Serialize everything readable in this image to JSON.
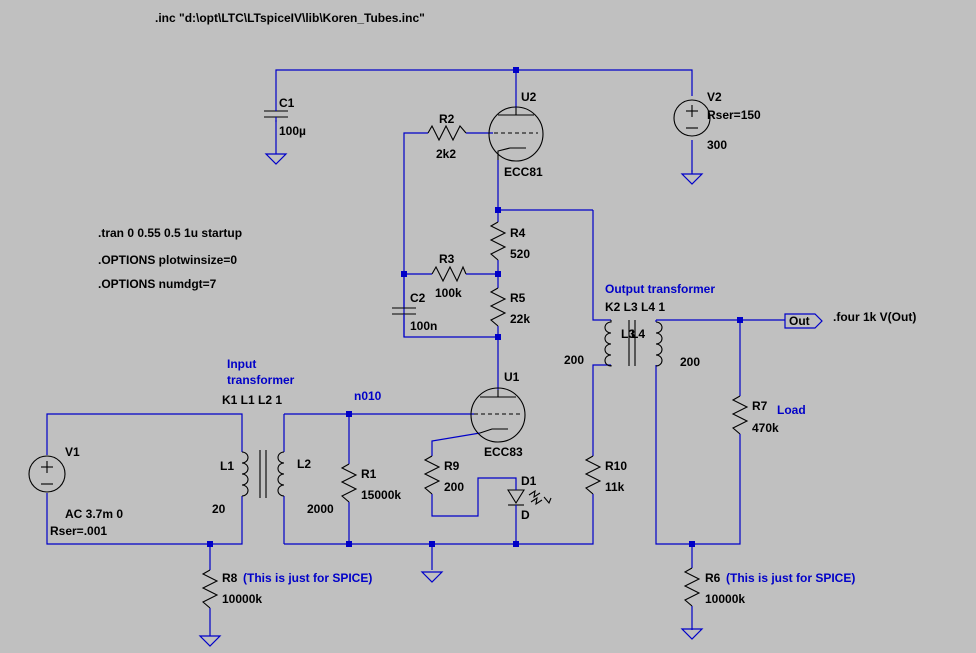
{
  "directives": {
    "include": ".inc \"d:\\opt\\LTC\\LTspiceIV\\lib\\Koren_Tubes.inc\"",
    "tran": ".tran 0 0.55 0.5 1u startup",
    "options1": ".OPTIONS plotwinsize=0",
    "options2": ".OPTIONS numdgt=7",
    "four": ".four 1k V(Out)"
  },
  "components": {
    "C1": {
      "name": "C1",
      "value": "100µ"
    },
    "C2": {
      "name": "C2",
      "value": "100n"
    },
    "R1": {
      "name": "R1",
      "value": "15000k"
    },
    "R2": {
      "name": "R2",
      "value": "2k2"
    },
    "R3": {
      "name": "R3",
      "value": "100k"
    },
    "R4": {
      "name": "R4",
      "value": "520"
    },
    "R5": {
      "name": "R5",
      "value": "22k"
    },
    "R6": {
      "name": "R6",
      "value": "10000k"
    },
    "R7": {
      "name": "R7",
      "value": "470k"
    },
    "R8": {
      "name": "R8",
      "value": "10000k"
    },
    "R9": {
      "name": "R9",
      "value": "200"
    },
    "R10": {
      "name": "R10",
      "value": "11k"
    },
    "U1": {
      "name": "U1",
      "value": "ECC83"
    },
    "U2": {
      "name": "U2",
      "value": "ECC81"
    },
    "V1": {
      "name": "V1",
      "value": "AC 3.7m 0",
      "rser": "Rser=.001"
    },
    "V2": {
      "name": "V2",
      "rser": "Rser=150",
      "value": "300"
    },
    "D1": {
      "name": "D1",
      "value": "D"
    },
    "L1": {
      "name": "L1",
      "value": "20"
    },
    "L2": {
      "name": "L2",
      "value": "2000"
    },
    "L3": {
      "name": "L3",
      "value": "200"
    },
    "L4": {
      "name": "L4",
      "value": "200"
    }
  },
  "labels": {
    "input_tf_line1": "Input",
    "input_tf_line2": "transformer",
    "k1": "K1 L1 L2 1",
    "output_tf": "Output transformer",
    "k2": "K2 L3 L4 1",
    "node": "n010",
    "out": "Out",
    "load": "Load",
    "r8_note": "(This is just for SPICE)",
    "r6_note": "(This is just for SPICE)"
  }
}
